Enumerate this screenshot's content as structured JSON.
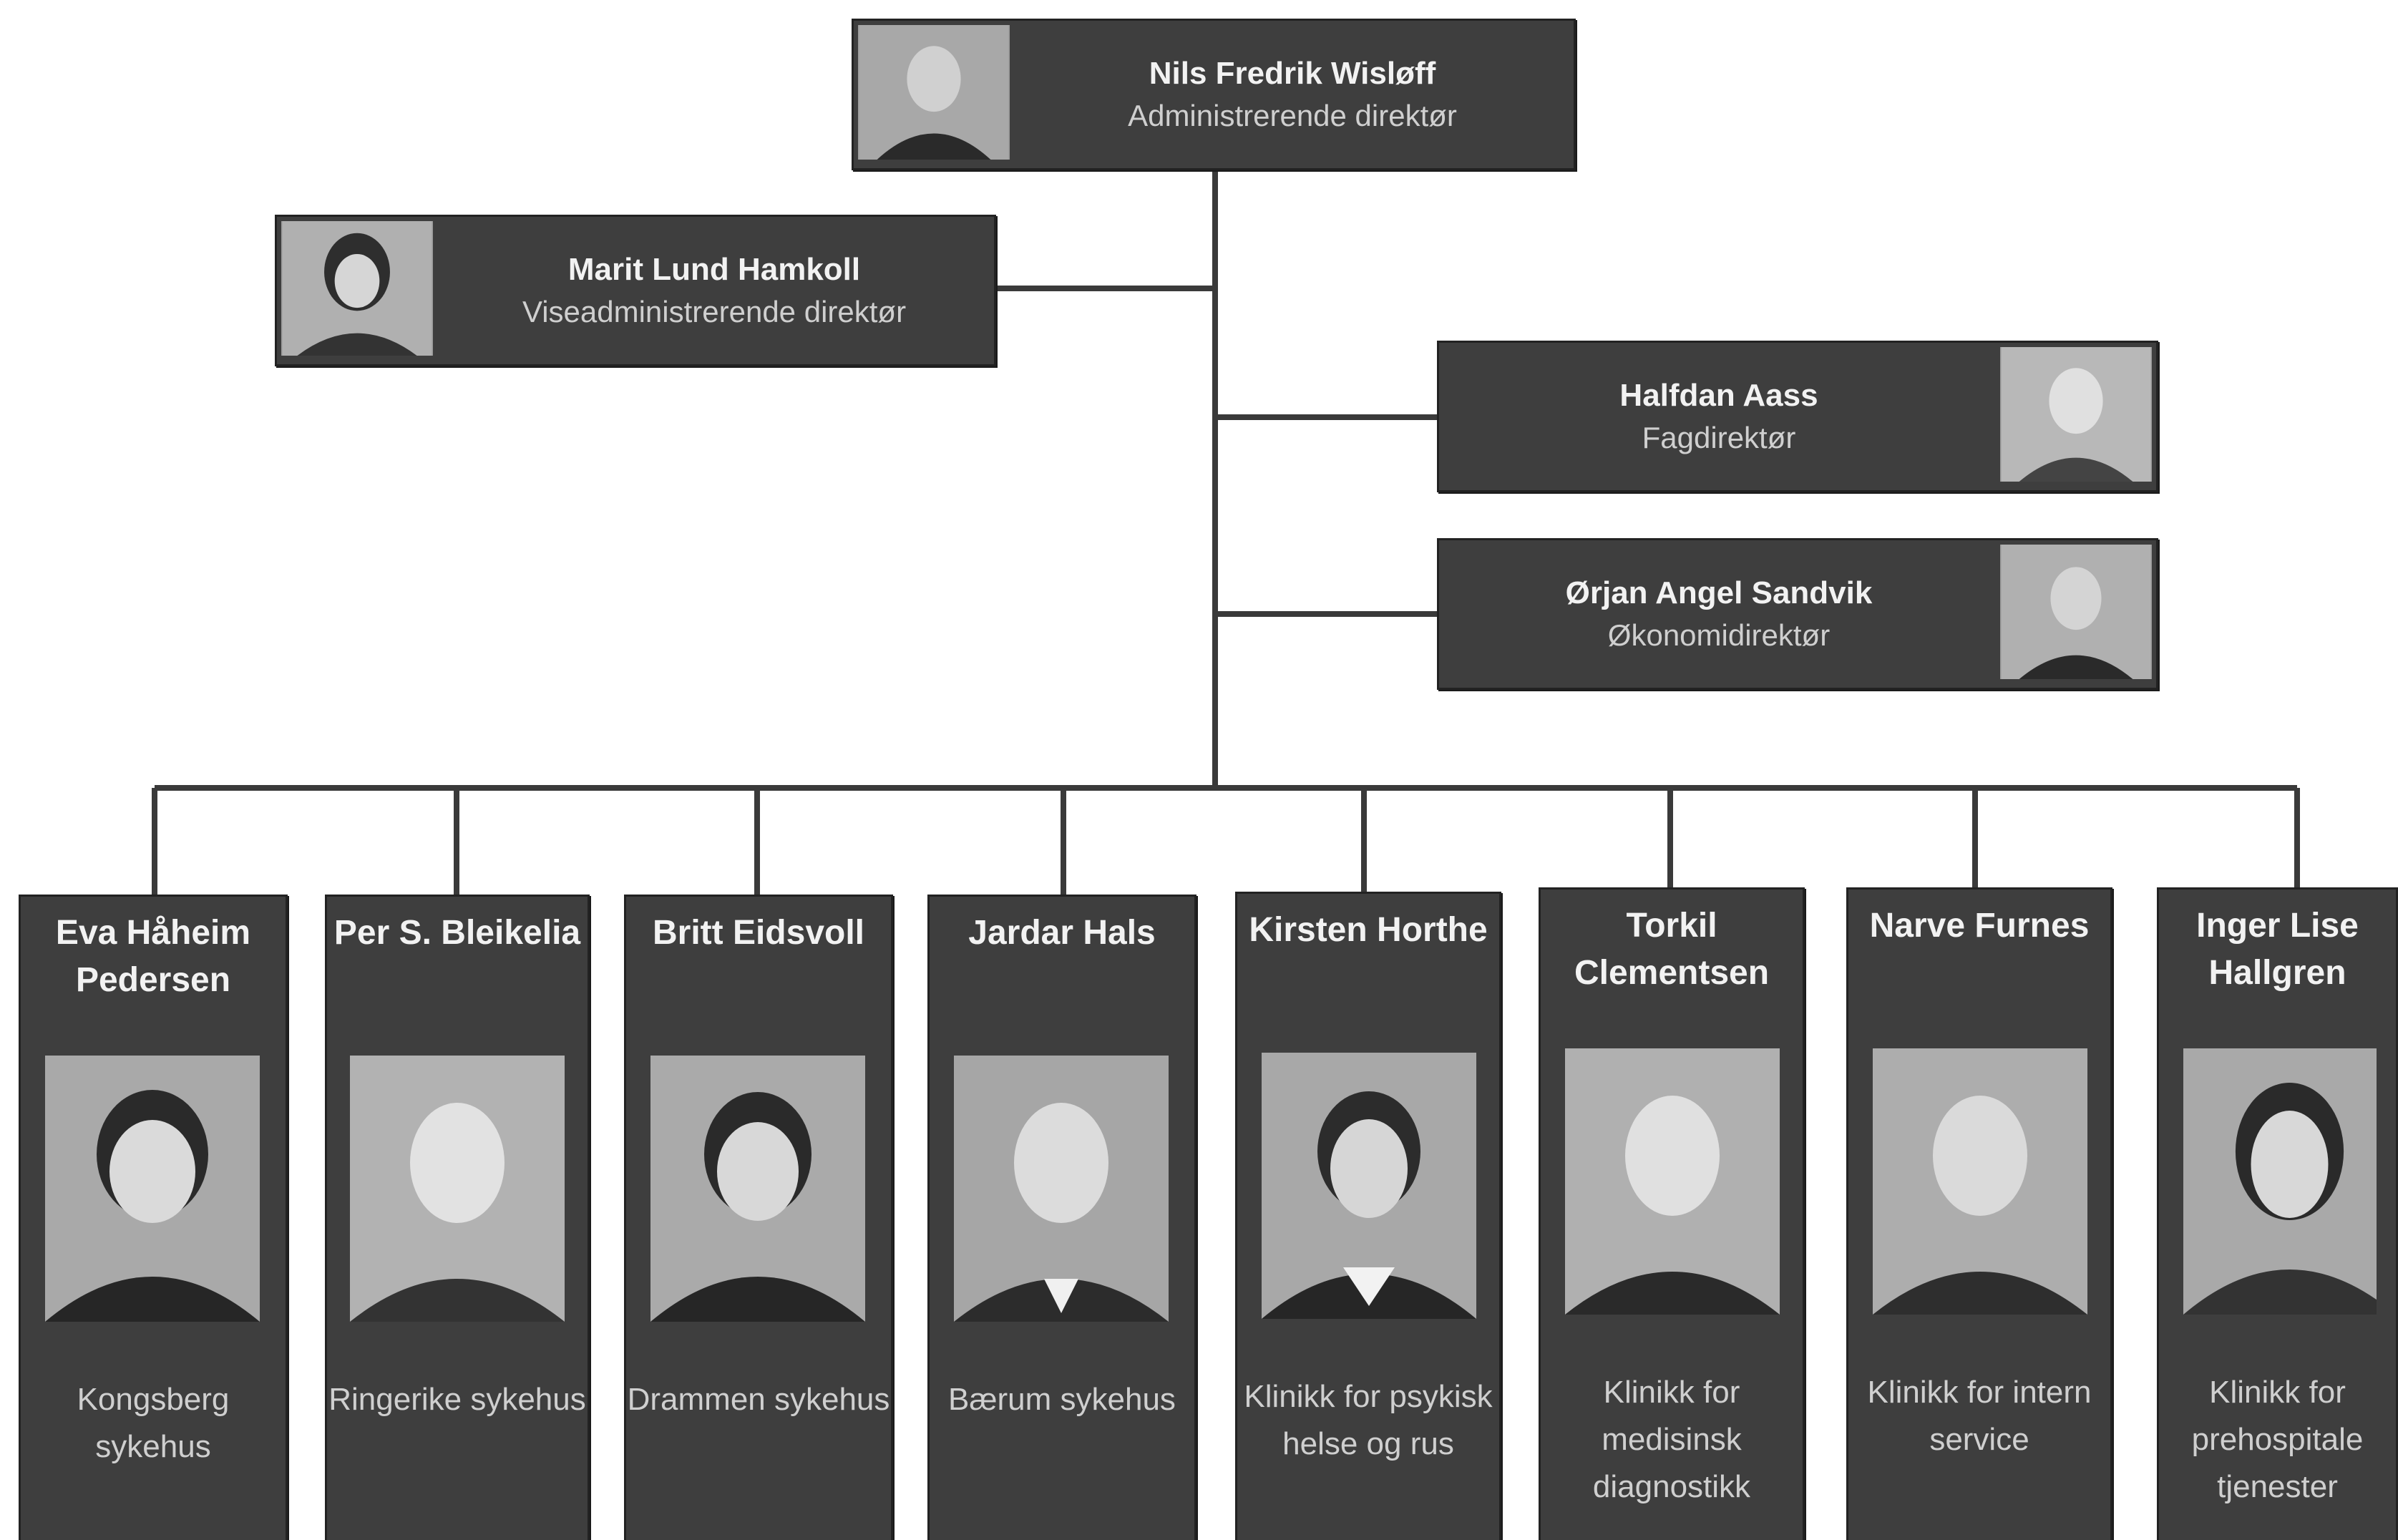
{
  "chart_data": {
    "type": "org-chart",
    "top": {
      "name": "Nils Fredrik Wisløff",
      "role": "Administrerende direktør"
    },
    "staff": [
      {
        "name": "Marit Lund Hamkoll",
        "role": "Viseadministrerende direktør"
      },
      {
        "name": "Halfdan Aass",
        "role": "Fagdirektør"
      },
      {
        "name": "Ørjan Angel Sandvik",
        "role": "Økonomidirektør"
      }
    ],
    "units": [
      {
        "name": "Eva Håheim Pedersen",
        "unit": "Kongsberg sykehus"
      },
      {
        "name": "Per S. Bleikelia",
        "unit": "Ringerike sykehus"
      },
      {
        "name": "Britt Eidsvoll",
        "unit": "Drammen sykehus"
      },
      {
        "name": "Jardar Hals",
        "unit": "Bærum sykehus"
      },
      {
        "name": "Kirsten Horthe",
        "unit": "Klinikk for psykisk helse og rus"
      },
      {
        "name": "Torkil Clementsen",
        "unit": "Klinikk for medisinsk diagnostikk"
      },
      {
        "name": "Narve Furnes",
        "unit": "Klinikk for intern service"
      },
      {
        "name": "Inger Lise Hallgren",
        "unit": "Klinikk for prehospitale tjenester"
      }
    ]
  }
}
